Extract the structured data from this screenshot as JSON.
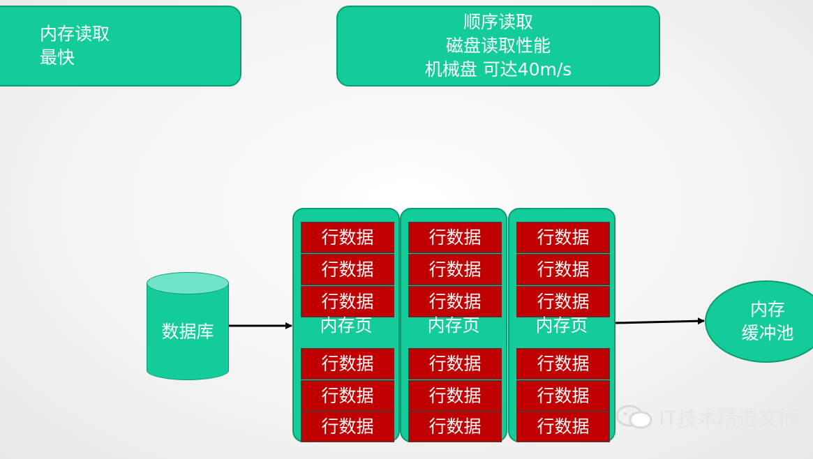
{
  "notes": {
    "memory": [
      "内存读取",
      "最快"
    ],
    "disk": [
      "顺序读取",
      "磁盘读取性能",
      "机械盘 可达40m/s"
    ]
  },
  "database": {
    "label": "数据库"
  },
  "pages": [
    {
      "label": "内存页",
      "rows": [
        "行数据",
        "行数据",
        "行数据",
        "行数据",
        "行数据",
        "行数据"
      ]
    },
    {
      "label": "内存页",
      "rows": [
        "行数据",
        "行数据",
        "行数据",
        "行数据",
        "行数据",
        "行数据"
      ]
    },
    {
      "label": "内存页",
      "rows": [
        "行数据",
        "行数据",
        "行数据",
        "行数据",
        "行数据",
        "行数据"
      ]
    }
  ],
  "buffer_pool": {
    "label": [
      "内存",
      "缓冲池"
    ]
  },
  "watermark": {
    "text": "IT技术精选文摘",
    "icon": "wechat-icon"
  },
  "colors": {
    "green": "#14cc9a",
    "row_red": "#c00000",
    "arrow": "#000000"
  }
}
